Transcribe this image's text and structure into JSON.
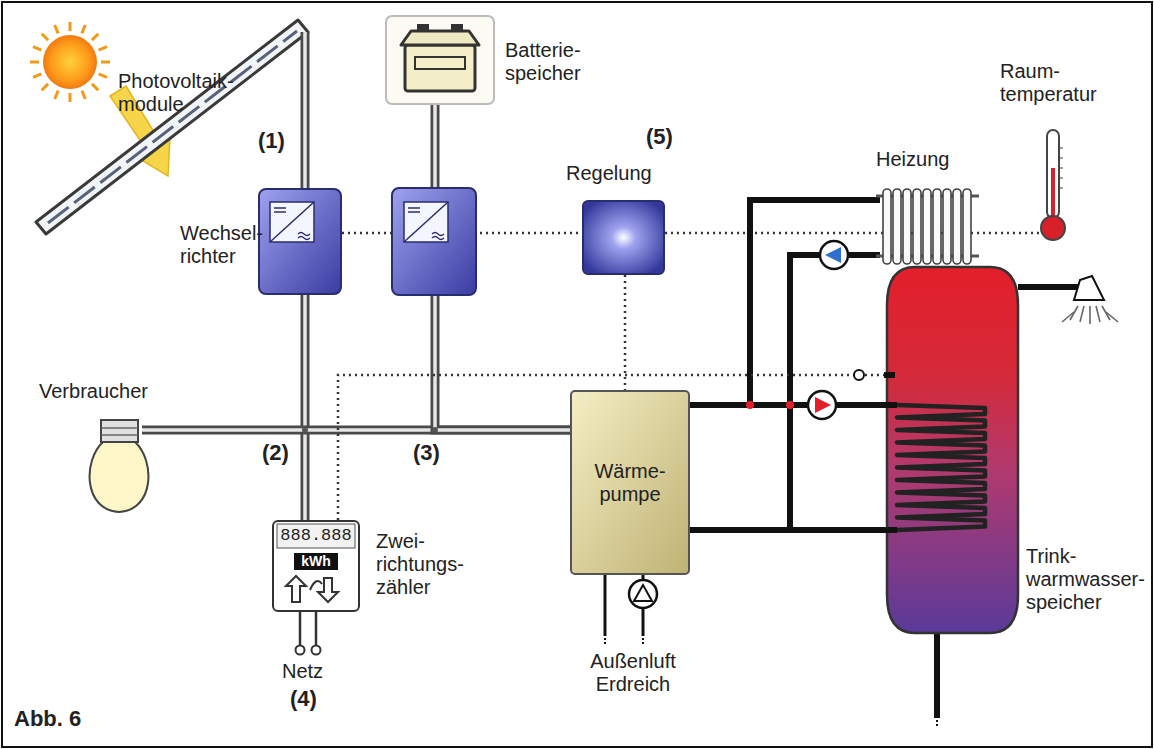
{
  "diagram": {
    "nodes": [
      {
        "text": [
          "Batterie- speicher"
        ]
      },
      {
        "text": [
          "Wechsel- richter"
        ]
      },
      {
        "text": [
          "Regelung"
        ]
      },
      {
        "text": [
          "Heizung"
        ]
      },
      {
        "text": [
          "Raum- temperatur"
        ]
      },
      {
        "text": [
          "Verbraucher"
        ]
      },
      {
        "text": [
          "Wärme- pumpe"
        ]
      },
      {
        "text": [
          "888.888",
          "kWh",
          "Zwei- richtungs- zähler"
        ]
      },
      {
        "text": [
          "Trink- warmwasser- speicher"
        ]
      }
    ],
    "edges": [
      {
        "from": 1,
        "to": 7,
        "arrow": "none"
      },
      {
        "from": 5,
        "to": 6,
        "arrow": "none"
      },
      {
        "from": 0,
        "to": 6,
        "arrow": "none"
      },
      {
        "from": 1,
        "to": 2,
        "arrow": "none"
      },
      {
        "from": 2,
        "to": 4,
        "arrow": "none"
      },
      {
        "from": 2,
        "to": 6,
        "arrow": "none"
      },
      {
        "from": 6,
        "to": 8,
        "arrow": "none"
      },
      {
        "from": 6,
        "to": 8,
        "arrow": "none"
      },
      {
        "from": 6,
        "to": 3,
        "arrow": "none"
      },
      {
        "from": 3,
        "to": 6,
        "arrow": "none"
      },
      {
        "from": 7,
        "to": 8,
        "arrow": "none"
      }
    ],
    "labels": [
      "Photovoltaik- module",
      "(1)",
      "(5)",
      "(2)",
      "(3)",
      "Netz",
      "(4)",
      "Außenluft Erdreich",
      "Abb. 6"
    ]
  }
}
